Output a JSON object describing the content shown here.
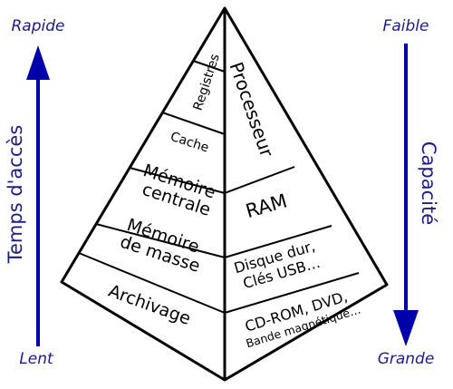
{
  "colors": {
    "arrow": "#0000aa",
    "side_text": "#1c1c8c",
    "lines": "#000000",
    "background": "#ffffff"
  },
  "left_axis": {
    "title": "Temps d'accès",
    "top_label": "Rapide",
    "bottom_label": "Lent",
    "arrow_direction": "up"
  },
  "right_axis": {
    "title": "Capacité",
    "top_label": "Faible",
    "bottom_label": "Grande",
    "arrow_direction": "down"
  },
  "pyramid": {
    "left_levels": [
      {
        "lines": [
          "Registres"
        ]
      },
      {
        "lines": [
          "Cache"
        ]
      },
      {
        "lines": [
          "Mémoire",
          "centrale"
        ]
      },
      {
        "lines": [
          "Mémoire",
          "de masse"
        ]
      },
      {
        "lines": [
          "Archivage"
        ]
      }
    ],
    "right_levels": [
      {
        "lines": [
          "Processeur"
        ]
      },
      {
        "lines": [
          "RAM"
        ]
      },
      {
        "lines": [
          "Disque dur,",
          "Clés USB…"
        ]
      },
      {
        "lines": [
          "CD-ROM, DVD,",
          "Bande magnétique…"
        ]
      }
    ]
  }
}
